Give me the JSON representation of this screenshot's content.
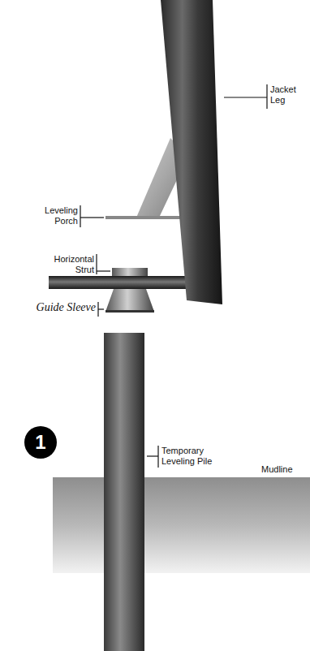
{
  "diagram": {
    "nodes": [
      {
        "text": [
          "1"
        ]
      }
    ],
    "labels": [
      "Leveling Porch",
      "Jacket Leg",
      "Horizontal Strut",
      "Guide Sleeve",
      "Temporary Leveling Pile",
      "Mudline"
    ]
  }
}
